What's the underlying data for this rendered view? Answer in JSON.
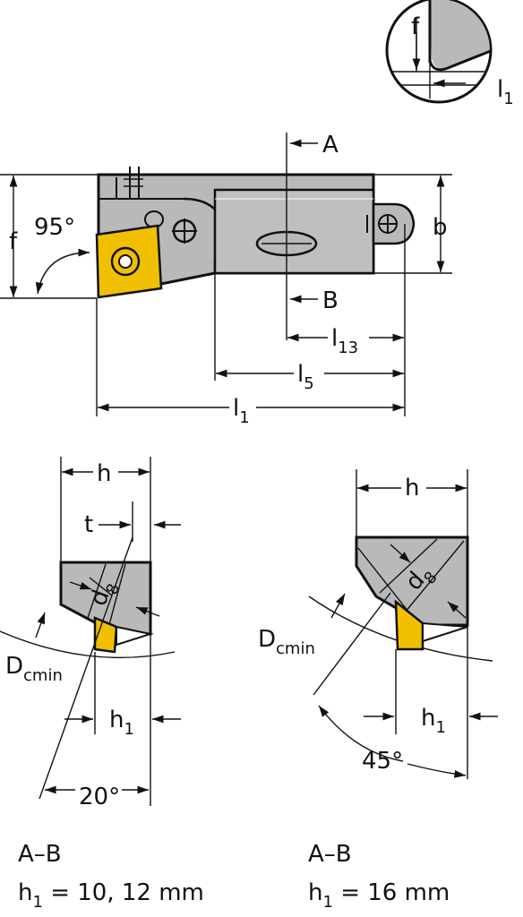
{
  "colors": {
    "steel": "#b9b9b9",
    "steel_dark": "#9a9a9a",
    "insert": "#f0c000",
    "line": "#111111"
  },
  "labels": {
    "f": "f",
    "l1": "l",
    "l1_sub": "1",
    "angle_95": "95°",
    "b": "b",
    "section_a": "A",
    "section_b": "B",
    "l13": "l",
    "l13_sub": "13",
    "l5": "l",
    "l5_sub": "5",
    "h": "h",
    "t": "t",
    "d8": "d",
    "d8_sub": "8",
    "dcmin": "D",
    "dcmin_sub": "cmin",
    "h1": "h",
    "h1_sub": "1",
    "angle_20": "20°",
    "angle_45": "45°"
  },
  "captions": {
    "left_title": "A–B",
    "left_h": "h",
    "left_h_sub": "1",
    "left_value": " = 10, 12 mm",
    "right_title": "A–B",
    "right_h": "h",
    "right_h_sub": "1",
    "right_value": " = 16 mm"
  }
}
